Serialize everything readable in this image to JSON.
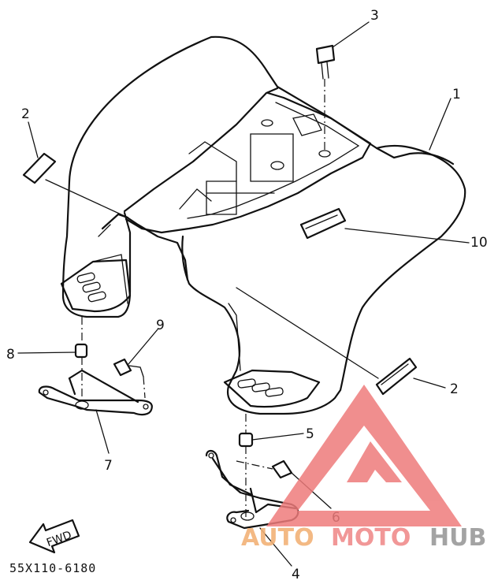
{
  "diagram": {
    "part_code": "55X110-6180",
    "fwd_label": "FWD",
    "callouts": [
      "1",
      "2",
      "2",
      "3",
      "4",
      "5",
      "6",
      "7",
      "8",
      "9",
      "10"
    ]
  },
  "watermark": {
    "part1": "AUTO",
    "part2": "MOTO",
    "part3": "HUB",
    "color_part1": "#f2b277",
    "color_part2": "#f08c8c",
    "color_part3": "#9a9a9a",
    "triangle_color": "#ee7b7b"
  },
  "icons": {
    "fwd_arrow": "arrow-left-icon",
    "logo": "triangle-logo-icon"
  }
}
